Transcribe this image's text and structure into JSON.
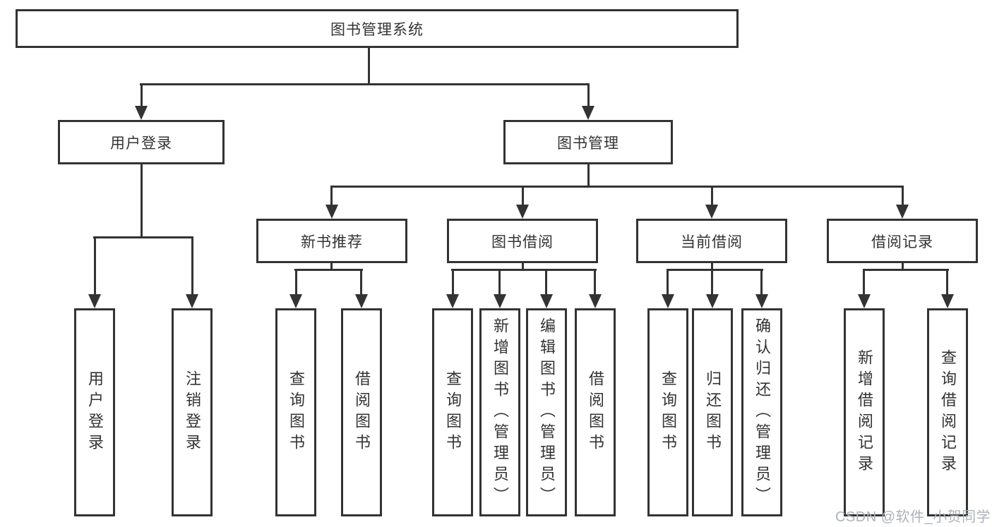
{
  "theme": {
    "line_color": "#333333",
    "text_color": "#333333",
    "node_background": "#ffffff",
    "page_background": "#ffffff",
    "watermark_color": "#adb3ba"
  },
  "diagram": {
    "root": {
      "label": "图书管理系统"
    },
    "level2": [
      {
        "label": "用户登录"
      },
      {
        "label": "图书管理"
      }
    ],
    "level3": [
      {
        "label": "新书推荐"
      },
      {
        "label": "图书借阅"
      },
      {
        "label": "当前借阅"
      },
      {
        "label": "借阅记录"
      }
    ],
    "leaves": {
      "user_login": [
        {
          "label": "用户登录"
        },
        {
          "label": "注销登录"
        }
      ],
      "new_books": [
        {
          "label": "查询图书"
        },
        {
          "label": "借阅图书"
        }
      ],
      "book_borrow": [
        {
          "label": "查询图书"
        },
        {
          "label": "新增图书（管理员）"
        },
        {
          "label": "编辑图书（管理员）"
        },
        {
          "label": "借阅图书"
        }
      ],
      "current_borrow": [
        {
          "label": "查询图书"
        },
        {
          "label": "归还图书"
        },
        {
          "label": "确认归还（管理员）"
        }
      ],
      "borrow_records": [
        {
          "label": "新增借阅记录"
        },
        {
          "label": "查询借阅记录"
        }
      ]
    }
  },
  "watermark": {
    "text": "CSDN @软件_小贺同学"
  }
}
